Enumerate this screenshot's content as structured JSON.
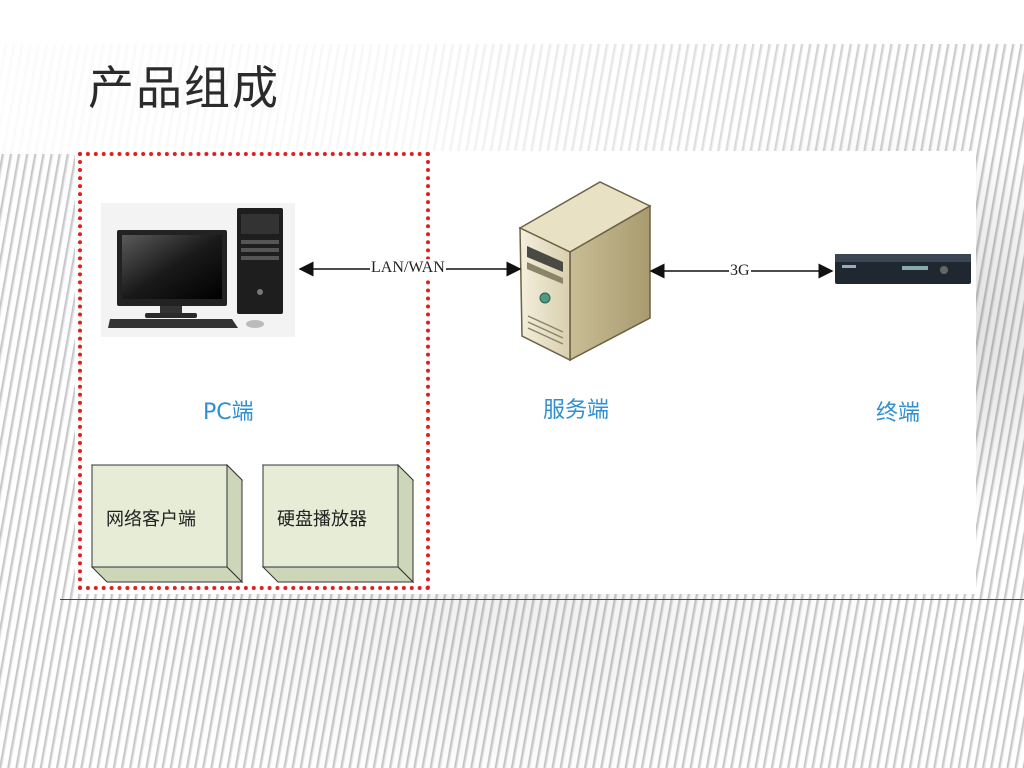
{
  "slide": {
    "title": "产品组成"
  },
  "diagram": {
    "pc_label": "PC端",
    "server_label": "服务端",
    "terminal_label": "终端",
    "connection_pc_server": "LAN/WAN",
    "connection_server_terminal": "3G",
    "pc_components": [
      {
        "label": "网络客户端"
      },
      {
        "label": "硬盘播放器"
      }
    ],
    "colors": {
      "label_blue": "#2f8fd0",
      "dashed_border": "#e02020",
      "box_fill": "#e6ecd6"
    },
    "icons": [
      "desktop-computer-icon",
      "server-tower-icon",
      "dvr-device-icon"
    ]
  }
}
